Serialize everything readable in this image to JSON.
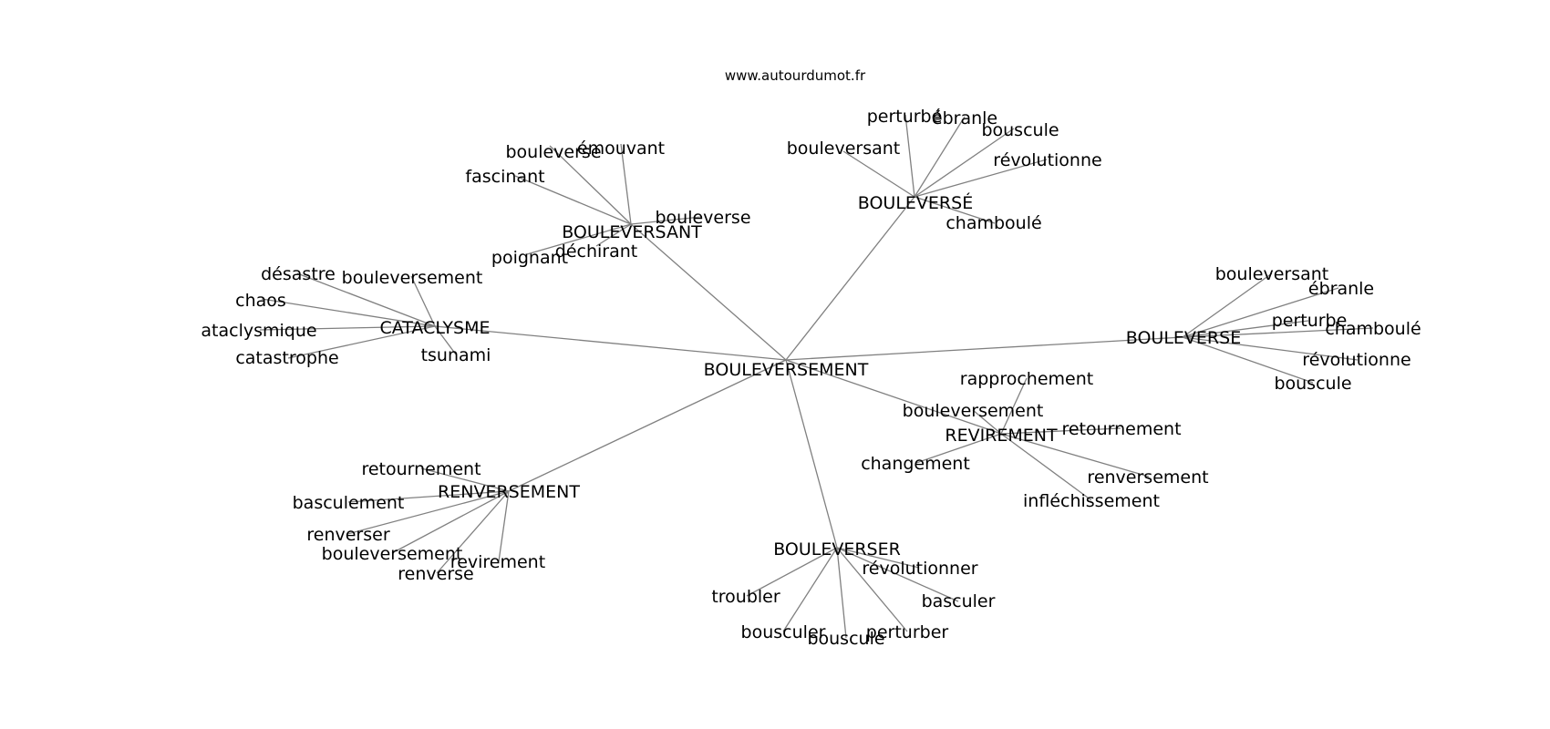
{
  "source": "www.autourdumot.fr",
  "center": "BOULEVERSEMENT",
  "clusters": [
    {
      "hub": "BOULEVERSANT",
      "words": [
        "bouleverse",
        "émouvant",
        "fascinant",
        "bouleverse",
        "poignant",
        "déchirant"
      ]
    },
    {
      "hub": "BOULEVERSÉ",
      "words": [
        "perturbé",
        "ébranle",
        "bouscule",
        "bouleversant",
        "révolutionne",
        "chamboulé"
      ]
    },
    {
      "hub": "CATACLYSME",
      "words": [
        "désastre",
        "bouleversement",
        "chaos",
        "ataclysmique",
        "catastrophe",
        "tsunami"
      ]
    },
    {
      "hub": "BOULEVERSE",
      "words": [
        "bouleversant",
        "ébranle",
        "perturbe",
        "chamboulé",
        "révolutionne",
        "bouscule"
      ]
    },
    {
      "hub": "REVIREMENT",
      "words": [
        "rapprochement",
        "bouleversement",
        "retournement",
        "changement",
        "renversement",
        "infléchissement"
      ]
    },
    {
      "hub": "RENVERSEMENT",
      "words": [
        "retournement",
        "basculement",
        "renverser",
        "bouleversement",
        "revirement",
        "renverse"
      ]
    },
    {
      "hub": "BOULEVERSER",
      "words": [
        "révolutionner",
        "troubler",
        "basculer",
        "bousculer",
        "bouscule",
        "perturber"
      ]
    }
  ]
}
